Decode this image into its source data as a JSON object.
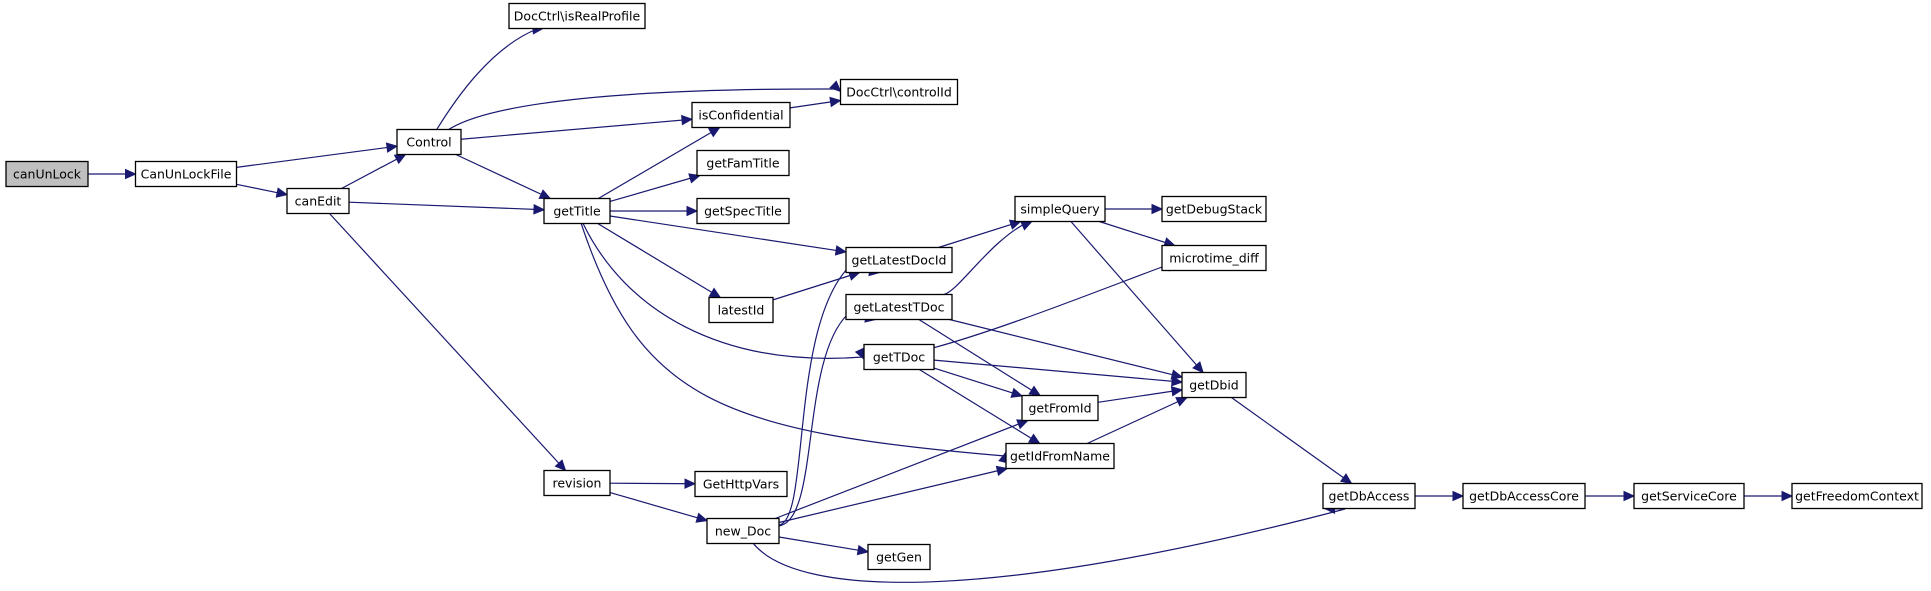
{
  "graph": {
    "colors": {
      "edge": "#191970",
      "root_fill": "#bfbfbf",
      "node_fill": "#ffffff",
      "node_border": "#000000"
    },
    "nodes": [
      {
        "id": "canUnLock",
        "label": "canUnLock",
        "root": true
      },
      {
        "id": "CanUnLockFile",
        "label": "CanUnLockFile"
      },
      {
        "id": "canEdit",
        "label": "canEdit"
      },
      {
        "id": "Control",
        "label": "Control"
      },
      {
        "id": "isRealProfile",
        "label": "DocCtrl\\isRealProfile"
      },
      {
        "id": "controlId",
        "label": "DocCtrl\\controlId"
      },
      {
        "id": "isConfidential",
        "label": "isConfidential"
      },
      {
        "id": "getFamTitle",
        "label": "getFamTitle"
      },
      {
        "id": "getTitle",
        "label": "getTitle"
      },
      {
        "id": "getSpecTitle",
        "label": "getSpecTitle"
      },
      {
        "id": "getLatestDocId",
        "label": "getLatestDocId"
      },
      {
        "id": "latestId",
        "label": "latestId"
      },
      {
        "id": "getLatestTDoc",
        "label": "getLatestTDoc"
      },
      {
        "id": "getTDoc",
        "label": "getTDoc"
      },
      {
        "id": "simpleQuery",
        "label": "simpleQuery"
      },
      {
        "id": "getDebugStack",
        "label": "getDebugStack"
      },
      {
        "id": "microtime_diff",
        "label": "microtime_diff"
      },
      {
        "id": "getDbid",
        "label": "getDbid"
      },
      {
        "id": "getFromId",
        "label": "getFromId"
      },
      {
        "id": "getIdFromName",
        "label": "getIdFromName"
      },
      {
        "id": "revision",
        "label": "revision"
      },
      {
        "id": "GetHttpVars",
        "label": "GetHttpVars"
      },
      {
        "id": "new_Doc",
        "label": "new_Doc"
      },
      {
        "id": "getGen",
        "label": "getGen"
      },
      {
        "id": "getDbAccess",
        "label": "getDbAccess"
      },
      {
        "id": "getDbAccessCore",
        "label": "getDbAccessCore"
      },
      {
        "id": "getServiceCore",
        "label": "getServiceCore"
      },
      {
        "id": "getFreedomContext",
        "label": "getFreedomContext"
      }
    ],
    "edges": [
      [
        "canUnLock",
        "CanUnLockFile"
      ],
      [
        "CanUnLockFile",
        "Control"
      ],
      [
        "CanUnLockFile",
        "canEdit"
      ],
      [
        "canEdit",
        "Control"
      ],
      [
        "canEdit",
        "getTitle"
      ],
      [
        "canEdit",
        "revision"
      ],
      [
        "Control",
        "isRealProfile"
      ],
      [
        "Control",
        "controlId"
      ],
      [
        "Control",
        "isConfidential"
      ],
      [
        "Control",
        "getTitle"
      ],
      [
        "isConfidential",
        "controlId"
      ],
      [
        "getTitle",
        "isConfidential"
      ],
      [
        "getTitle",
        "getFamTitle"
      ],
      [
        "getTitle",
        "getSpecTitle"
      ],
      [
        "getTitle",
        "getLatestDocId"
      ],
      [
        "getTitle",
        "latestId"
      ],
      [
        "getTitle",
        "getTDoc"
      ],
      [
        "getTitle",
        "getIdFromName"
      ],
      [
        "latestId",
        "getLatestDocId"
      ],
      [
        "getLatestDocId",
        "simpleQuery"
      ],
      [
        "getLatestTDoc",
        "simpleQuery"
      ],
      [
        "getLatestTDoc",
        "getDbid"
      ],
      [
        "getLatestTDoc",
        "getFromId"
      ],
      [
        "simpleQuery",
        "getDebugStack"
      ],
      [
        "simpleQuery",
        "microtime_diff"
      ],
      [
        "simpleQuery",
        "getDbid"
      ],
      [
        "getTDoc",
        "microtime_diff"
      ],
      [
        "getTDoc",
        "getDbid"
      ],
      [
        "getTDoc",
        "getFromId"
      ],
      [
        "getTDoc",
        "getIdFromName"
      ],
      [
        "getFromId",
        "getDbid"
      ],
      [
        "getIdFromName",
        "getDbid"
      ],
      [
        "getDbid",
        "getDbAccess"
      ],
      [
        "revision",
        "GetHttpVars"
      ],
      [
        "revision",
        "new_Doc"
      ],
      [
        "new_Doc",
        "getLatestDocId"
      ],
      [
        "new_Doc",
        "getLatestTDoc"
      ],
      [
        "new_Doc",
        "getFromId"
      ],
      [
        "new_Doc",
        "getIdFromName"
      ],
      [
        "new_Doc",
        "getGen"
      ],
      [
        "new_Doc",
        "getDbAccess"
      ],
      [
        "getDbAccess",
        "getDbAccessCore"
      ],
      [
        "getDbAccessCore",
        "getServiceCore"
      ],
      [
        "getServiceCore",
        "getFreedomContext"
      ]
    ]
  }
}
